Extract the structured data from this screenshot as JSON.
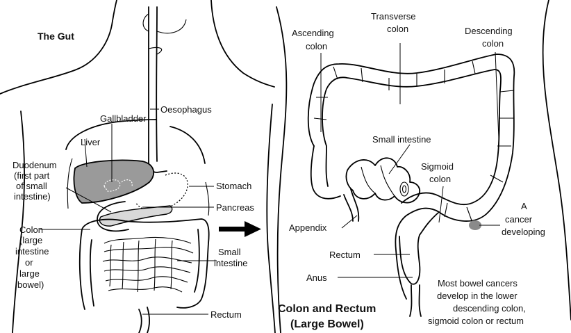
{
  "left_panel": {
    "title": "The Gut",
    "labels": {
      "gallbladder": "Gallbladder",
      "oesophagus": "Oesophagus",
      "liver": "Liver",
      "duodenum": [
        "Duodenum",
        "(first part",
        "of small",
        "intestine)"
      ],
      "stomach": "Stomach",
      "pancreas": "Pancreas",
      "colon": [
        "Colon",
        "(large",
        "intestine",
        "or",
        "large",
        "bowel)"
      ],
      "small_intestine": [
        "Small",
        "intestine"
      ],
      "rectum": "Rectum"
    }
  },
  "right_panel": {
    "title_lines": [
      "Colon and Rectum",
      "(Large Bowel)"
    ],
    "labels": {
      "ascending": [
        "Ascending",
        "colon"
      ],
      "transverse": [
        "Transverse",
        "colon"
      ],
      "descending": [
        "Descending",
        "colon"
      ],
      "small_intestine": "Small intestine",
      "sigmoid": [
        "Sigmoid",
        "colon"
      ],
      "cancer": [
        "A",
        "cancer",
        "developing"
      ],
      "appendix": "Appendix",
      "rectum": "Rectum",
      "anus": "Anus"
    },
    "note": [
      "Most bowel cancers",
      "develop in the lower",
      "descending colon,",
      "sigmoid colon or rectum"
    ]
  },
  "colors": {
    "liver_fill": "#9a9a9a",
    "pancreas_fill": "#d9d9d9",
    "tumor": "#8a8a8a"
  },
  "icons": {
    "arrow": "right-arrow-icon"
  }
}
